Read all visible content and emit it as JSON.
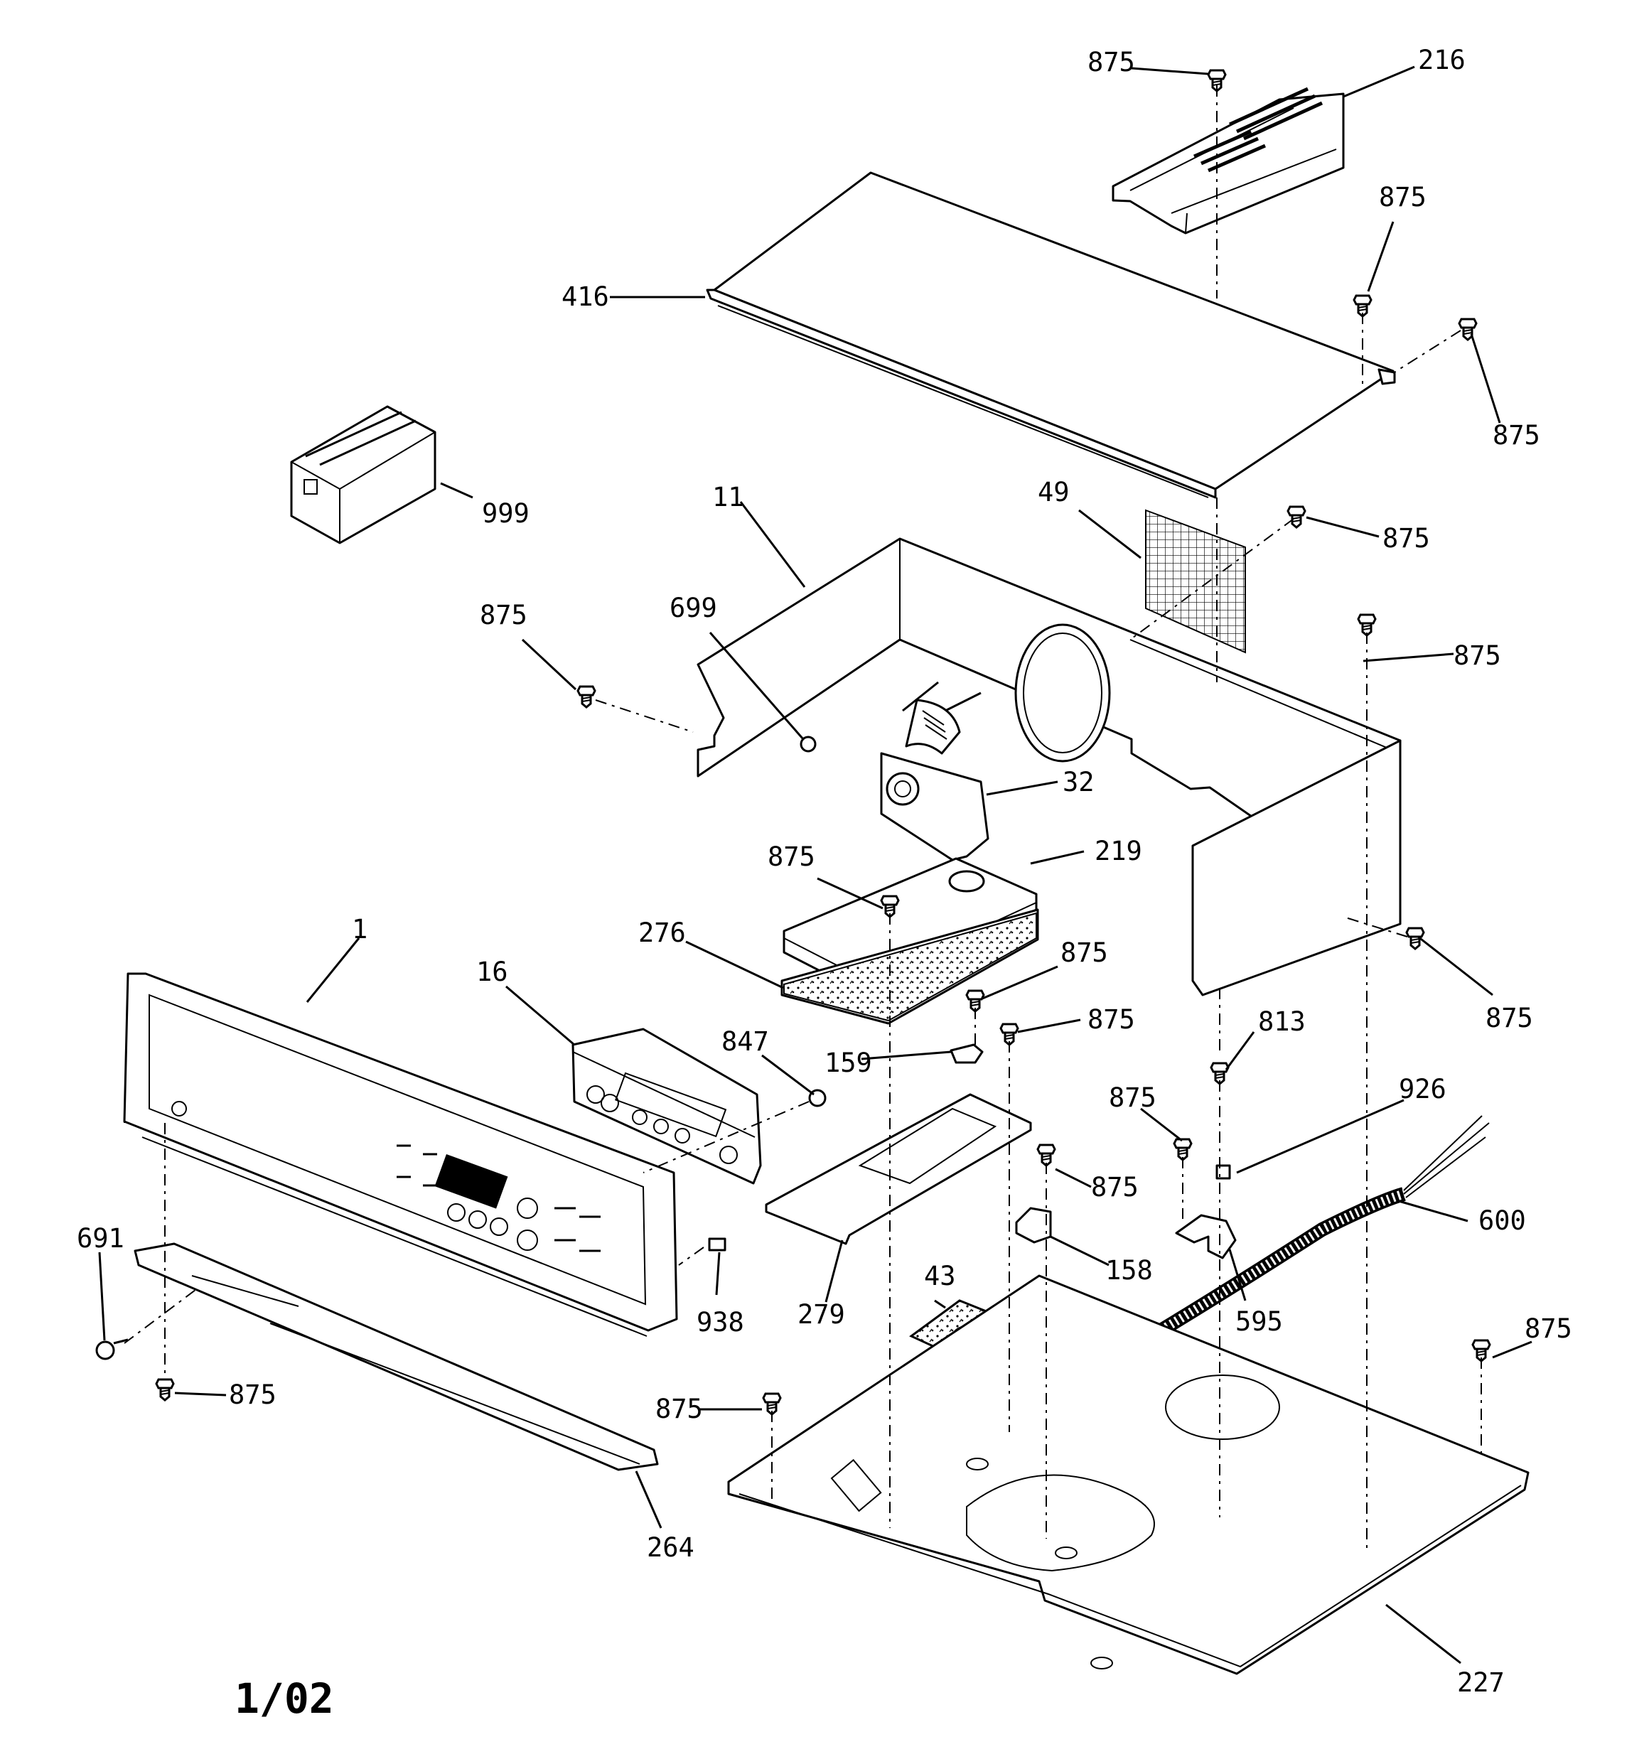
{
  "labels": {
    "l216": "216",
    "l416": "416",
    "l999": "999",
    "l11": "11",
    "l49": "49",
    "l699": "699",
    "l32": "32",
    "l219": "219",
    "l276": "276",
    "l1": "1",
    "l16": "16",
    "l847": "847",
    "l159": "159",
    "l813": "813",
    "l926": "926",
    "l600": "600",
    "l691": "691",
    "l938": "938",
    "l279": "279",
    "l43": "43",
    "l158": "158",
    "l595": "595",
    "l264": "264",
    "l227": "227",
    "screw": "875"
  },
  "date_code": "1/02"
}
